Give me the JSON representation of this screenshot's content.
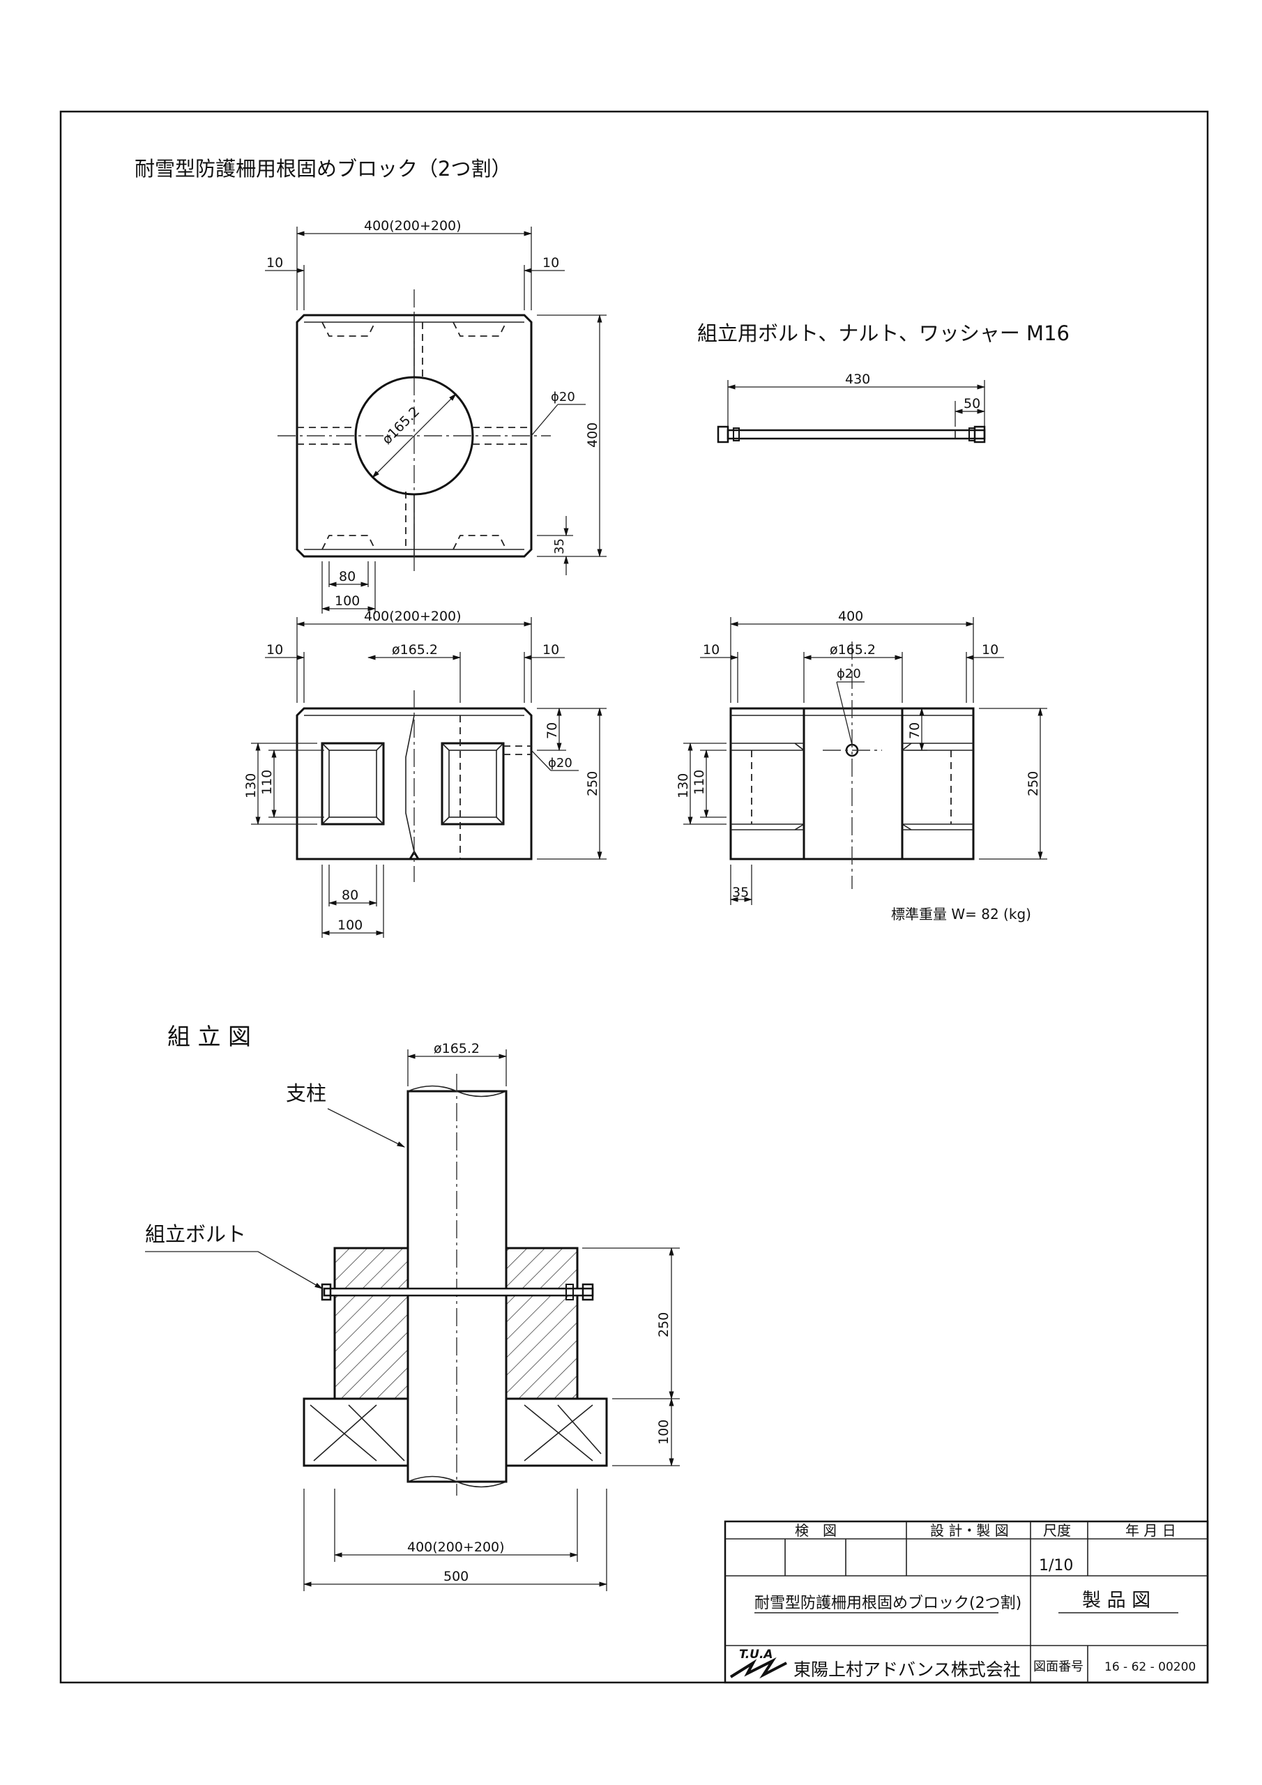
{
  "title": "耐雪型防護柵用根固めブロック（2つ割）",
  "bolt": {
    "title": "組立用ボルト、ナルト、ワッシャー M16",
    "dim_length": "430",
    "dim_thread": "50"
  },
  "top_view": {
    "dim_width": "400(200+200)",
    "dim_edge_left": "10",
    "dim_edge_right": "10",
    "dim_height": "400",
    "dim_hole_dia": "ø165.2",
    "dim_pin": "ϕ20",
    "dim_bottom_35": "35",
    "dim_80": "80",
    "dim_100": "100"
  },
  "front_view": {
    "dim_width": "400(200+200)",
    "dim_edge_left": "10",
    "dim_edge_right": "10",
    "dim_hole_dia": "ø165.2",
    "dim_70": "70",
    "dim_pin": "ϕ20",
    "dim_height": "250",
    "dim_130": "130",
    "dim_110": "110",
    "dim_80": "80",
    "dim_100": "100"
  },
  "side_view": {
    "dim_width": "400",
    "dim_edge_left": "10",
    "dim_edge_right": "10",
    "dim_hole_dia": "ø165.2",
    "dim_pin": "ϕ20",
    "dim_70": "70",
    "dim_height": "250",
    "dim_130": "130",
    "dim_110": "110",
    "dim_35": "35",
    "weight": "標準重量 W= 82 (kg)"
  },
  "assembly": {
    "heading": "組 立 図",
    "label_post": "支柱",
    "label_bolt": "組立ボルト",
    "dim_dia": "ø165.2",
    "dim_250": "250",
    "dim_100": "100",
    "dim_400": "400(200+200)",
    "dim_500": "500"
  },
  "title_block": {
    "check_header": "検　図",
    "design_header": "設 計・製 図",
    "scale_header": "尺度",
    "date_header": "年 月 日",
    "scale_value": "1/10",
    "product_name": "耐雪型防護柵用根固めブロック(2つ割)",
    "drawing_type": "製 品 図",
    "company_logo_text": "T.U.A",
    "company_name": "東陽上村アドバンス株式会社",
    "drawing_number_label": "図面番号",
    "drawing_number": "16 - 62 - 00200"
  }
}
